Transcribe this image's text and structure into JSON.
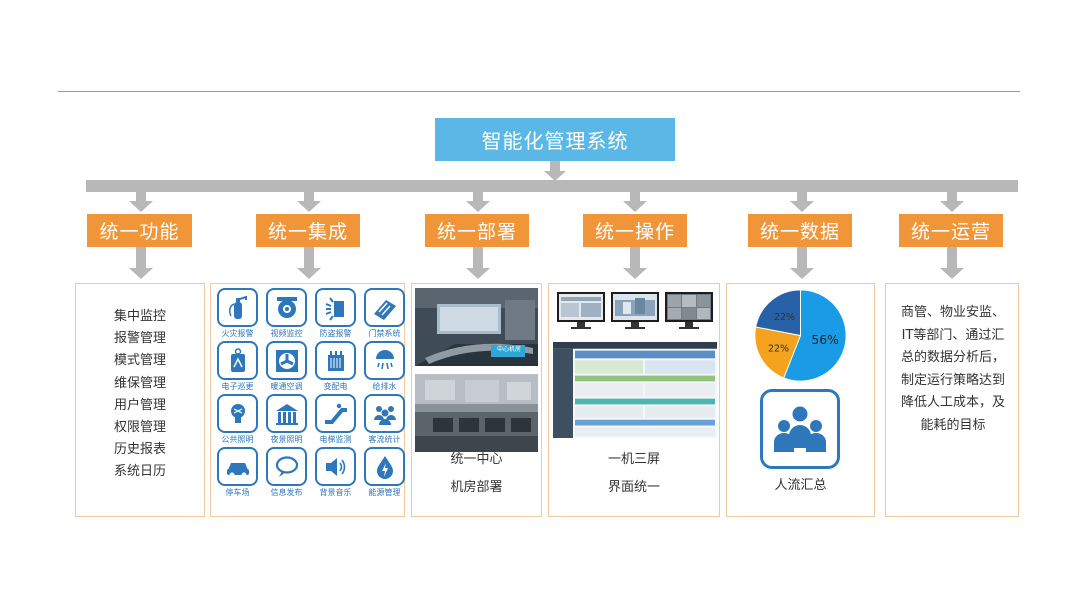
{
  "root": {
    "title": "智能化管理系统"
  },
  "categories": [
    {
      "label": "统一功能"
    },
    {
      "label": "统一集成"
    },
    {
      "label": "统一部署"
    },
    {
      "label": "统一操作"
    },
    {
      "label": "统一数据"
    },
    {
      "label": "统一运营"
    }
  ],
  "functions": {
    "items": [
      "集中监控",
      "报警管理",
      "模式管理",
      "维保管理",
      "用户管理",
      "权限管理",
      "历史报表",
      "系统日历"
    ]
  },
  "integration": {
    "icons": [
      {
        "label": "火灾报警",
        "icon": "fire-extinguisher-icon"
      },
      {
        "label": "视频监控",
        "icon": "dome-camera-icon"
      },
      {
        "label": "防盗报警",
        "icon": "alarm-siren-icon"
      },
      {
        "label": "门禁系统",
        "icon": "access-card-icon"
      },
      {
        "label": "电子巡更",
        "icon": "patrol-tag-icon"
      },
      {
        "label": "暖通空调",
        "icon": "hvac-fan-icon"
      },
      {
        "label": "变配电",
        "icon": "transformer-icon"
      },
      {
        "label": "给排水",
        "icon": "shower-icon"
      },
      {
        "label": "公共照明",
        "icon": "bulb-icon"
      },
      {
        "label": "夜景照明",
        "icon": "building-light-icon"
      },
      {
        "label": "电梯监测",
        "icon": "escalator-icon"
      },
      {
        "label": "客流统计",
        "icon": "people-icon"
      },
      {
        "label": "停车场",
        "icon": "car-icon"
      },
      {
        "label": "信息发布",
        "icon": "speech-bubble-icon"
      },
      {
        "label": "背景音乐",
        "icon": "speaker-icon"
      },
      {
        "label": "能源管理",
        "icon": "energy-drop-icon"
      }
    ]
  },
  "deployment": {
    "photo_sign": "中心机房",
    "lines": [
      "统一中心",
      "机房部署"
    ]
  },
  "operation": {
    "lines": [
      "一机三屏",
      "界面统一"
    ]
  },
  "data": {
    "people_label": "人流汇总",
    "colors": {
      "blue": "#1a9be6",
      "orange": "#f5a31f",
      "navy": "#2761a8"
    }
  },
  "chart_data": {
    "type": "pie",
    "slices": [
      {
        "label": "56%",
        "value": 56,
        "color": "#1a9be6"
      },
      {
        "label": "22%",
        "value": 22,
        "color": "#f5a31f"
      },
      {
        "label": "22%",
        "value": 22,
        "color": "#2761a8"
      }
    ]
  },
  "operations": {
    "text": "商管、物业安监、IT等部门、通过汇总的数据分析后，制定运行策略达到降低人工成本，及能耗的目标"
  }
}
